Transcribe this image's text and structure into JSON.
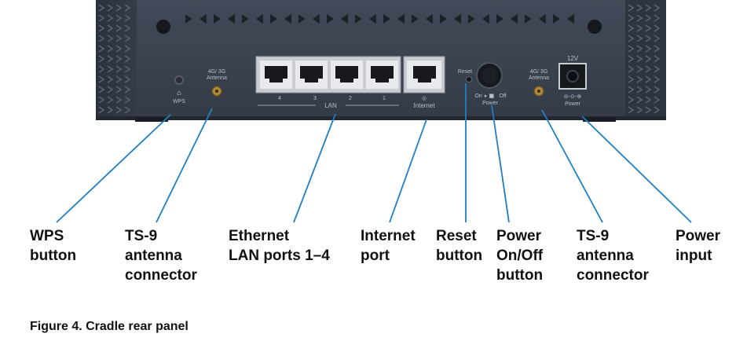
{
  "device": {
    "wps_label": "WPS",
    "antenna_label": "4G/ 3G",
    "antenna_label2": "Antenna",
    "lan_group_label": "LAN",
    "lan_port_numbers": [
      "4",
      "3",
      "2",
      "1"
    ],
    "internet_label": "Internet",
    "reset_label": "Reset",
    "power_switch_on": "On",
    "power_switch_off": "Off",
    "power_label": "Power",
    "voltage_label": "12V"
  },
  "callouts": [
    {
      "label": "WPS\nbutton"
    },
    {
      "label": "TS-9\nantenna\nconnector"
    },
    {
      "label": "Ethernet\nLAN ports 1–4"
    },
    {
      "label": "Internet\nport"
    },
    {
      "label": "Reset\nbutton"
    },
    {
      "label": "Power\nOn/Off\nbutton"
    },
    {
      "label": "TS-9\nantenna\nconnector"
    },
    {
      "label": "Power\ninput"
    }
  ],
  "caption": "Figure 4. Cradle rear panel",
  "colors": {
    "device_body": "#3b4250",
    "device_side": "#2d333e",
    "leader_line": "#1f7fc4",
    "label_text": "#b9bfca"
  }
}
